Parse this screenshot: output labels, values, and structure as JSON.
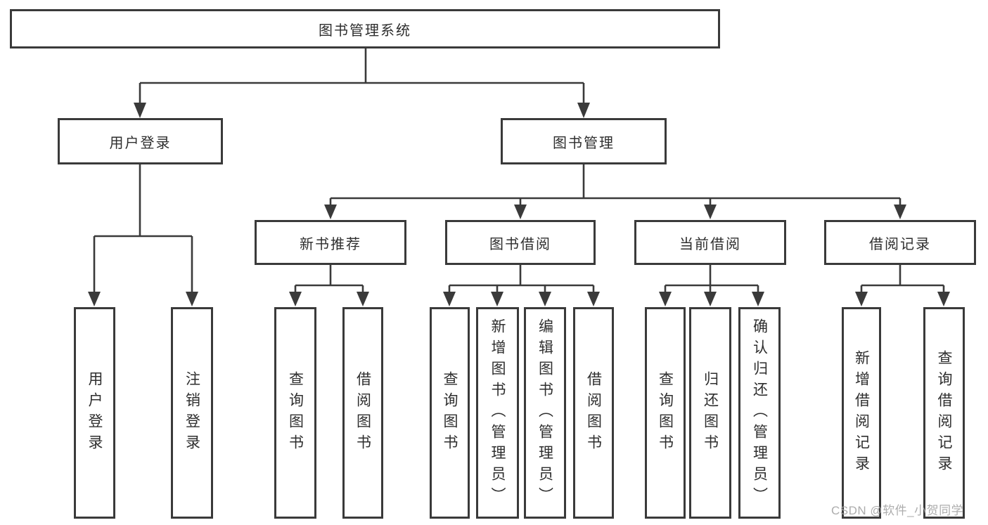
{
  "style": {
    "line_color": "#3a3a3a",
    "text_color": "#2e2e2e",
    "background": "#ffffff"
  },
  "tree": {
    "root": {
      "label": "图书管理系统"
    },
    "branches": [
      {
        "label": "用户登录",
        "children": [
          {
            "label": "用户登录"
          },
          {
            "label": "注销登录"
          }
        ]
      },
      {
        "label": "图书管理",
        "children": [
          {
            "label": "新书推荐",
            "children": [
              {
                "label": "查询图书"
              },
              {
                "label": "借阅图书"
              }
            ]
          },
          {
            "label": "图书借阅",
            "children": [
              {
                "label": "查询图书"
              },
              {
                "label": "新增图书（管理员）"
              },
              {
                "label": "编辑图书（管理员）"
              },
              {
                "label": "借阅图书"
              }
            ]
          },
          {
            "label": "当前借阅",
            "children": [
              {
                "label": "查询图书"
              },
              {
                "label": "归还图书"
              },
              {
                "label": "确认归还（管理员）"
              }
            ]
          },
          {
            "label": "借阅记录",
            "children": [
              {
                "label": "新增借阅记录"
              },
              {
                "label": "查询借阅记录"
              }
            ]
          }
        ]
      }
    ]
  },
  "watermark": {
    "text": "CSDN @软件_小贺同学"
  }
}
